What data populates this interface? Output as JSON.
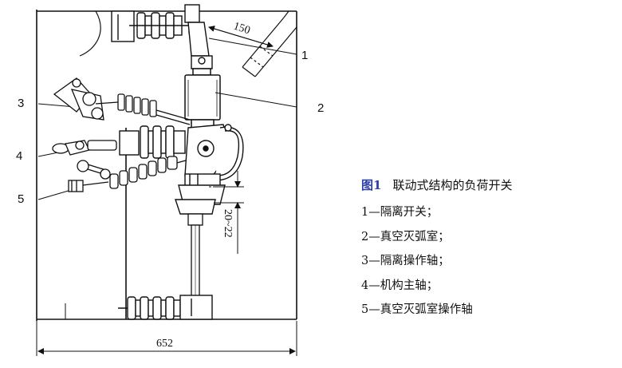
{
  "figure": {
    "number": "图1",
    "title": "联动式结构的负荷开关"
  },
  "dimensions": {
    "width": "652",
    "angle_offset": "150",
    "gap": "20~22"
  },
  "callouts": [
    "1",
    "2",
    "3",
    "4",
    "5"
  ],
  "legend": [
    "1—隔离开关；",
    "2—真空灭弧室；",
    "3—隔离操作轴；",
    "4—机构主轴；",
    "5—真空灭弧室操作轴"
  ]
}
